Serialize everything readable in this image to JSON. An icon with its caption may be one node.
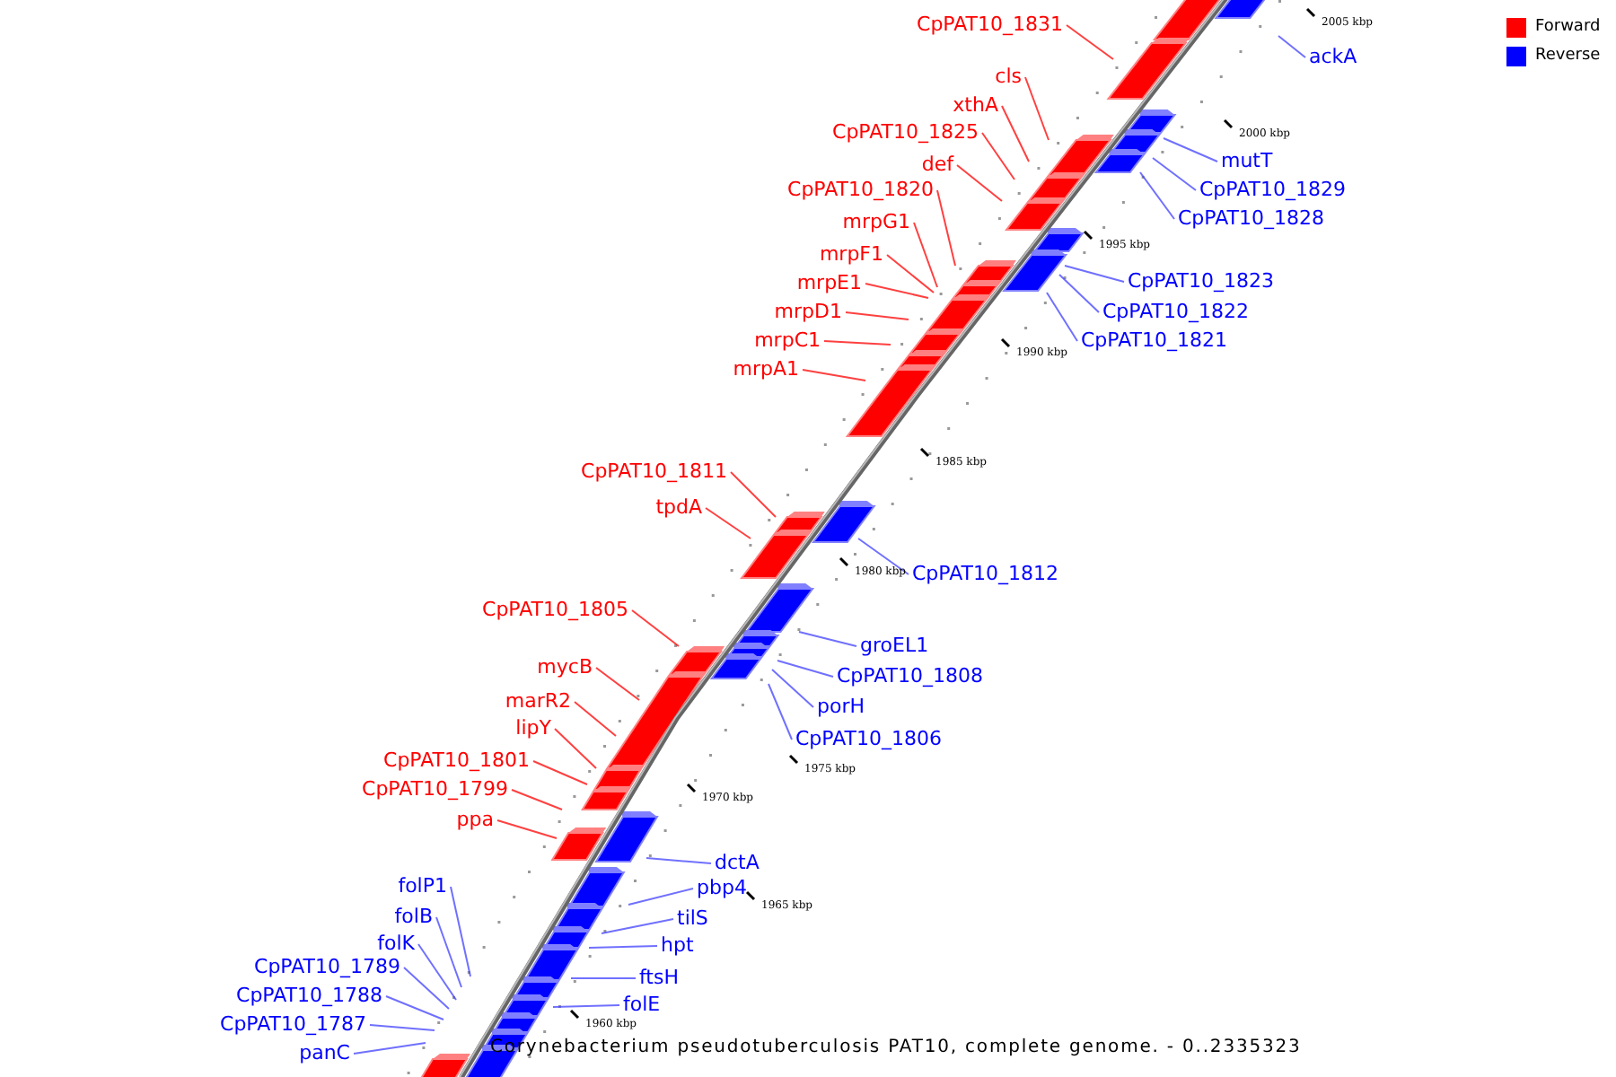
{
  "diagram": {
    "caption": "Corynebacterium pseudotuberculosis PAT10, complete genome. - 0..2335323",
    "nodes": [
      {
        "text": [
          "CpPAT10_1831"
        ]
      },
      {
        "text": [
          "ackA"
        ]
      },
      {
        "text": [
          "cls"
        ]
      },
      {
        "text": [
          "xthA"
        ]
      },
      {
        "text": [
          "CpPAT10_1825"
        ]
      },
      {
        "text": [
          "mutT"
        ]
      },
      {
        "text": [
          "def"
        ]
      },
      {
        "text": [
          "CpPAT10_1829"
        ]
      },
      {
        "text": [
          "CpPAT10_1820"
        ]
      },
      {
        "text": [
          "CpPAT10_1828"
        ]
      },
      {
        "text": [
          "mrpG1"
        ]
      },
      {
        "text": [
          "mrpF1"
        ]
      },
      {
        "text": [
          "CpPAT10_1823"
        ]
      },
      {
        "text": [
          "mrpE1"
        ]
      },
      {
        "text": [
          "mrpD1"
        ]
      },
      {
        "text": [
          "CpPAT10_1822"
        ]
      },
      {
        "text": [
          "mrpC1"
        ]
      },
      {
        "text": [
          "CpPAT10_1821"
        ]
      },
      {
        "text": [
          "mrpA1"
        ]
      },
      {
        "text": [
          "CpPAT10_1811"
        ]
      },
      {
        "text": [
          "tpdA"
        ]
      },
      {
        "text": [
          "CpPAT10_1812"
        ]
      },
      {
        "text": [
          "CpPAT10_1805"
        ]
      },
      {
        "text": [
          "groEL1"
        ]
      },
      {
        "text": [
          "mycB"
        ]
      },
      {
        "text": [
          "CpPAT10_1808"
        ]
      },
      {
        "text": [
          "marR2"
        ]
      },
      {
        "text": [
          "porH"
        ]
      },
      {
        "text": [
          "lipY"
        ]
      },
      {
        "text": [
          "CpPAT10_1806"
        ]
      },
      {
        "text": [
          "CpPAT10_1801"
        ]
      },
      {
        "text": [
          "CpPAT10_1799"
        ]
      },
      {
        "text": [
          "ppa"
        ]
      },
      {
        "text": [
          "dctA"
        ]
      },
      {
        "text": [
          "folP1"
        ]
      },
      {
        "text": [
          "pbp4"
        ]
      },
      {
        "text": [
          "folB"
        ]
      },
      {
        "text": [
          "tilS"
        ]
      },
      {
        "text": [
          "folK"
        ]
      },
      {
        "text": [
          "hpt"
        ]
      },
      {
        "text": [
          "CpPAT10_1789"
        ]
      },
      {
        "text": [
          "ftsH"
        ]
      },
      {
        "text": [
          "CpPAT10_1788"
        ]
      },
      {
        "text": [
          "folE"
        ]
      },
      {
        "text": [
          "CpPAT10_1787"
        ]
      },
      {
        "text": [
          "panC"
        ]
      }
    ],
    "edges": [
      {
        "from": 0,
        "to": null,
        "arrow": "none",
        "color": "#ff0000"
      },
      {
        "from": 1,
        "to": null,
        "arrow": "none"
      },
      {
        "from": 2,
        "to": null,
        "arrow": "none",
        "color": "#ff0000"
      },
      {
        "from": 3,
        "to": null,
        "arrow": "none",
        "color": "#ff0000"
      },
      {
        "from": 4,
        "to": null,
        "arrow": "none",
        "color": "#ff0000"
      },
      {
        "from": 5,
        "to": null,
        "arrow": "none"
      },
      {
        "from": 6,
        "to": null,
        "arrow": "none",
        "color": "#ff0000"
      },
      {
        "from": 7,
        "to": null,
        "arrow": "none"
      },
      {
        "from": 8,
        "to": null,
        "arrow": "none",
        "color": "#ff0000"
      },
      {
        "from": 9,
        "to": null,
        "arrow": "none"
      },
      {
        "from": 10,
        "to": null,
        "arrow": "none",
        "color": "#ff0000"
      },
      {
        "from": 11,
        "to": null,
        "arrow": "none",
        "color": "#ff0000"
      },
      {
        "from": 12,
        "to": null,
        "arrow": "none"
      },
      {
        "from": 13,
        "to": null,
        "arrow": "none",
        "color": "#ff0000"
      },
      {
        "from": 14,
        "to": null,
        "arrow": "none",
        "color": "#ff0000"
      },
      {
        "from": 15,
        "to": null,
        "arrow": "none"
      },
      {
        "from": 16,
        "to": null,
        "arrow": "none",
        "color": "#ff0000"
      },
      {
        "from": 17,
        "to": null,
        "arrow": "none"
      },
      {
        "from": 18,
        "to": null,
        "arrow": "none",
        "color": "#ff0000"
      },
      {
        "from": 19,
        "to": null,
        "arrow": "none",
        "color": "#ff0000"
      },
      {
        "from": 20,
        "to": null,
        "arrow": "none",
        "color": "#ff0000"
      },
      {
        "from": 21,
        "to": null,
        "arrow": "none"
      },
      {
        "from": 22,
        "to": null,
        "arrow": "none",
        "color": "#ff0000"
      },
      {
        "from": 23,
        "to": null,
        "arrow": "none"
      },
      {
        "from": 24,
        "to": null,
        "arrow": "none",
        "color": "#ff0000"
      },
      {
        "from": 25,
        "to": null,
        "arrow": "none"
      },
      {
        "from": 26,
        "to": null,
        "arrow": "none",
        "color": "#ff0000"
      },
      {
        "from": 27,
        "to": null,
        "arrow": "none"
      },
      {
        "from": 28,
        "to": null,
        "arrow": "none",
        "color": "#ff0000"
      },
      {
        "from": 29,
        "to": null,
        "arrow": "none"
      },
      {
        "from": 30,
        "to": null,
        "arrow": "none",
        "color": "#ff0000"
      },
      {
        "from": 31,
        "to": null,
        "arrow": "none",
        "color": "#ff0000"
      },
      {
        "from": 32,
        "to": null,
        "arrow": "none",
        "color": "#ff0000"
      },
      {
        "from": 33,
        "to": null,
        "arrow": "none"
      },
      {
        "from": 34,
        "to": null,
        "arrow": "none"
      },
      {
        "from": 35,
        "to": null,
        "arrow": "none"
      },
      {
        "from": 36,
        "to": null,
        "arrow": "none"
      },
      {
        "from": 37,
        "to": null,
        "arrow": "none"
      },
      {
        "from": 38,
        "to": null,
        "arrow": "none"
      },
      {
        "from": 39,
        "to": null,
        "arrow": "none"
      },
      {
        "from": 40,
        "to": null,
        "arrow": "none"
      },
      {
        "from": 41,
        "to": null,
        "arrow": "none"
      },
      {
        "from": 42,
        "to": null,
        "arrow": "none"
      },
      {
        "from": 43,
        "to": null,
        "arrow": "none"
      },
      {
        "from": 44,
        "to": null,
        "arrow": "none"
      },
      {
        "from": 45,
        "to": null,
        "arrow": "none"
      }
    ],
    "labels": [
      "2005 kbp",
      "2000 kbp",
      "1995 kbp",
      "1990 kbp",
      "1985 kbp",
      "1980 kbp",
      "1975 kbp",
      "1970 kbp",
      "1965 kbp",
      "1960 kbp"
    ],
    "legend": [
      {
        "text": "Forward",
        "color": "#ff0000"
      },
      {
        "text": "Reverse",
        "color": "#0000ff"
      }
    ]
  }
}
